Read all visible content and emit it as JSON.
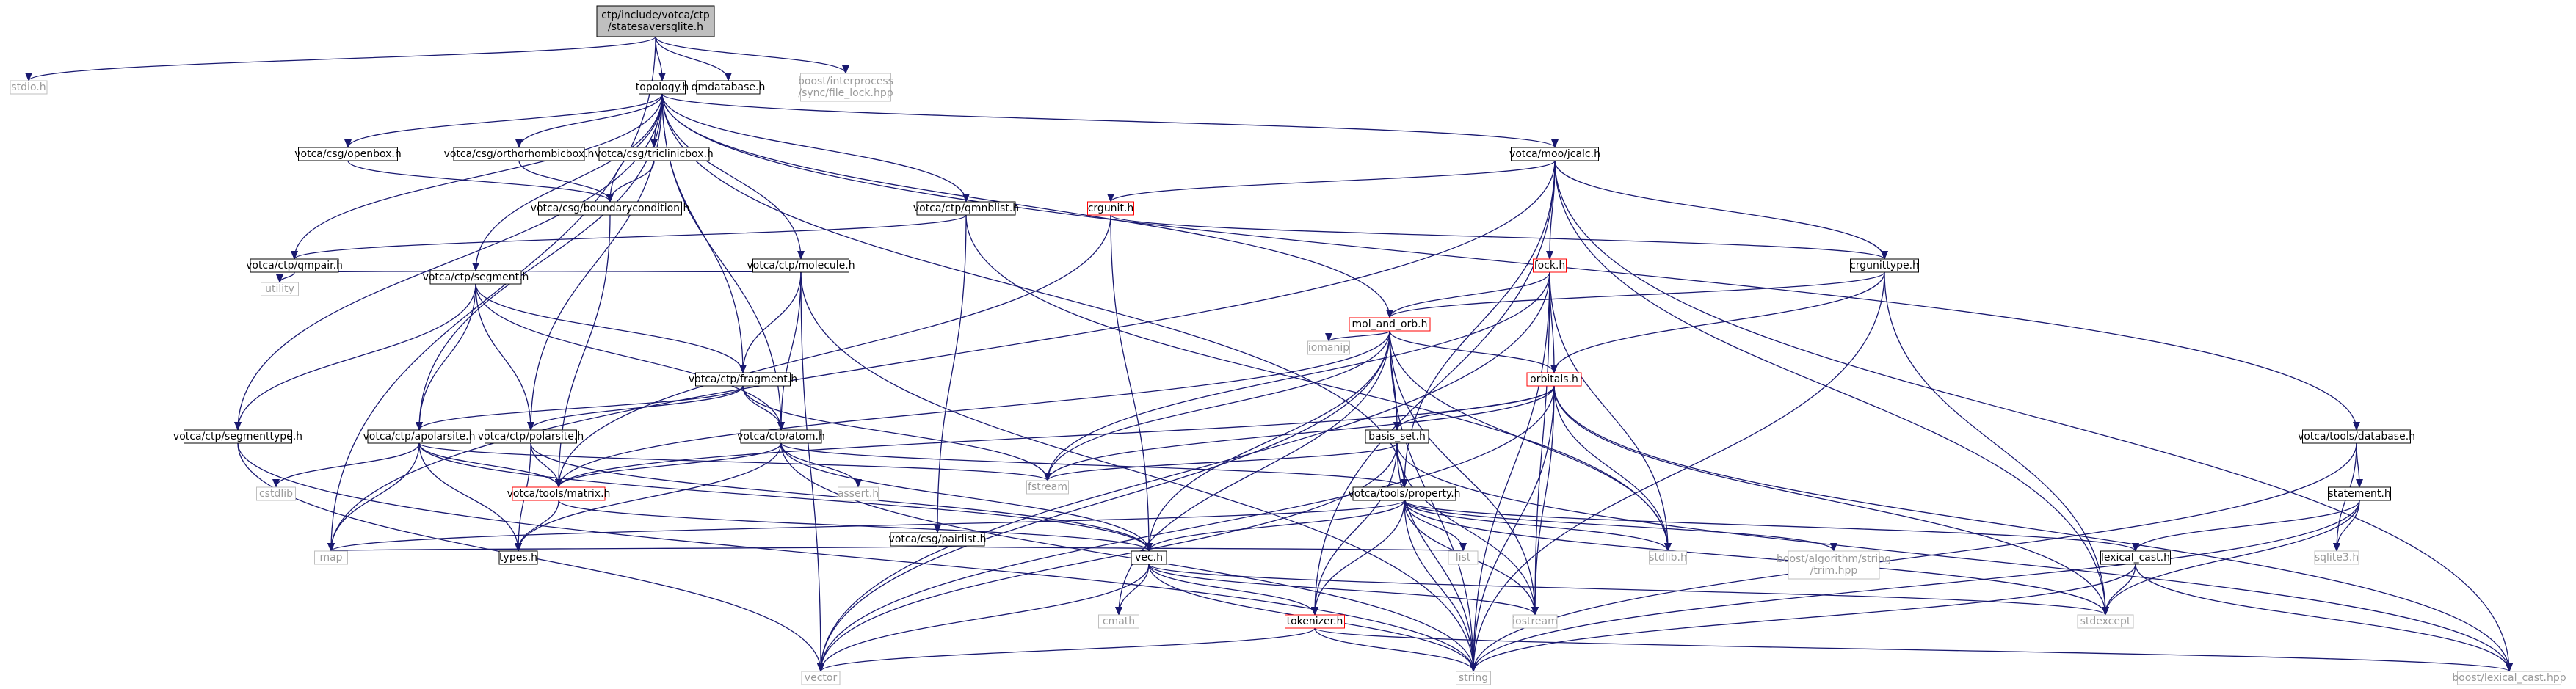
{
  "colors": {
    "edge": "#191970",
    "root_fill": "#bfbfbf",
    "node_border": "#000000",
    "missing_border": "#ff0000",
    "system_border": "#bfbfbf",
    "system_text": "#9a9a9a"
  },
  "nodes": [
    {
      "id": "root",
      "lines": [
        "ctp/include/votca/ctp",
        "/statesaversqlite.h"
      ],
      "kind": "root"
    },
    {
      "id": "stdio",
      "lines": [
        "stdio.h"
      ],
      "kind": "system"
    },
    {
      "id": "topology",
      "lines": [
        "topology.h"
      ],
      "kind": "normal"
    },
    {
      "id": "qmdatabase",
      "lines": [
        "qmdatabase.h"
      ],
      "kind": "normal"
    },
    {
      "id": "interprocess",
      "lines": [
        "boost/interprocess",
        "/sync/file_lock.hpp"
      ],
      "kind": "system"
    },
    {
      "id": "csg_openbox",
      "lines": [
        "votca/csg/openbox.h"
      ],
      "kind": "normal"
    },
    {
      "id": "csg_ortho",
      "lines": [
        "votca/csg/orthorhombicbox.h"
      ],
      "kind": "normal"
    },
    {
      "id": "csg_triclinic",
      "lines": [
        "votca/csg/triclinicbox.h"
      ],
      "kind": "normal"
    },
    {
      "id": "moo_jcalc",
      "lines": [
        "votca/moo/jcalc.h"
      ],
      "kind": "normal"
    },
    {
      "id": "csg_boundary",
      "lines": [
        "votca/csg/boundarycondition.h"
      ],
      "kind": "normal"
    },
    {
      "id": "ctp_qmnblist",
      "lines": [
        "votca/ctp/qmnblist.h"
      ],
      "kind": "normal"
    },
    {
      "id": "crgunit",
      "lines": [
        "crgunit.h"
      ],
      "kind": "missing"
    },
    {
      "id": "ctp_qmpair",
      "lines": [
        "votca/ctp/qmpair.h"
      ],
      "kind": "normal"
    },
    {
      "id": "crgunittype",
      "lines": [
        "crgunittype.h"
      ],
      "kind": "normal"
    },
    {
      "id": "ctp_molecule",
      "lines": [
        "votca/ctp/molecule.h"
      ],
      "kind": "normal"
    },
    {
      "id": "fock",
      "lines": [
        "fock.h"
      ],
      "kind": "missing"
    },
    {
      "id": "utility",
      "lines": [
        "utility"
      ],
      "kind": "system"
    },
    {
      "id": "ctp_segment",
      "lines": [
        "votca/ctp/segment.h"
      ],
      "kind": "normal"
    },
    {
      "id": "mol_and_orb",
      "lines": [
        "mol_and_orb.h"
      ],
      "kind": "missing"
    },
    {
      "id": "iomanip",
      "lines": [
        "iomanip"
      ],
      "kind": "system"
    },
    {
      "id": "ctp_fragment",
      "lines": [
        "votca/ctp/fragment.h"
      ],
      "kind": "normal"
    },
    {
      "id": "orbitals",
      "lines": [
        "orbitals.h"
      ],
      "kind": "missing"
    },
    {
      "id": "ctp_segmenttype",
      "lines": [
        "votca/ctp/segmenttype.h"
      ],
      "kind": "normal"
    },
    {
      "id": "ctp_apolarsite",
      "lines": [
        "votca/ctp/apolarsite.h"
      ],
      "kind": "normal"
    },
    {
      "id": "ctp_polarsite",
      "lines": [
        "votca/ctp/polarsite.h"
      ],
      "kind": "normal"
    },
    {
      "id": "ctp_atom",
      "lines": [
        "votca/ctp/atom.h"
      ],
      "kind": "normal"
    },
    {
      "id": "basis_set",
      "lines": [
        "basis_set.h"
      ],
      "kind": "normal"
    },
    {
      "id": "tools_database",
      "lines": [
        "votca/tools/database.h"
      ],
      "kind": "normal"
    },
    {
      "id": "cstdlib",
      "lines": [
        "cstdlib"
      ],
      "kind": "system"
    },
    {
      "id": "tools_matrix",
      "lines": [
        "votca/tools/matrix.h"
      ],
      "kind": "missing"
    },
    {
      "id": "fstream",
      "lines": [
        "fstream"
      ],
      "kind": "system"
    },
    {
      "id": "assert",
      "lines": [
        "assert.h"
      ],
      "kind": "system"
    },
    {
      "id": "tools_property",
      "lines": [
        "votca/tools/property.h"
      ],
      "kind": "normal"
    },
    {
      "id": "statement",
      "lines": [
        "statement.h"
      ],
      "kind": "normal"
    },
    {
      "id": "csg_pairlist",
      "lines": [
        "votca/csg/pairlist.h"
      ],
      "kind": "normal"
    },
    {
      "id": "map",
      "lines": [
        "map"
      ],
      "kind": "system"
    },
    {
      "id": "types",
      "lines": [
        "types.h"
      ],
      "kind": "normal"
    },
    {
      "id": "list",
      "lines": [
        "list"
      ],
      "kind": "system"
    },
    {
      "id": "stdlib",
      "lines": [
        "stdlib.h"
      ],
      "kind": "system"
    },
    {
      "id": "boost_trim",
      "lines": [
        "boost/algorithm/string",
        "/trim.hpp"
      ],
      "kind": "system"
    },
    {
      "id": "lexical_cast",
      "lines": [
        "lexical_cast.h"
      ],
      "kind": "normal"
    },
    {
      "id": "sqlite3",
      "lines": [
        "sqlite3.h"
      ],
      "kind": "system"
    },
    {
      "id": "vec",
      "lines": [
        "vec.h"
      ],
      "kind": "normal"
    },
    {
      "id": "cmath",
      "lines": [
        "cmath"
      ],
      "kind": "system"
    },
    {
      "id": "iostream",
      "lines": [
        "iostream"
      ],
      "kind": "system"
    },
    {
      "id": "stdexcept",
      "lines": [
        "stdexcept"
      ],
      "kind": "system"
    },
    {
      "id": "tokenizer",
      "lines": [
        "tokenizer.h"
      ],
      "kind": "missing"
    },
    {
      "id": "vector",
      "lines": [
        "vector"
      ],
      "kind": "system"
    },
    {
      "id": "string",
      "lines": [
        "string"
      ],
      "kind": "system"
    },
    {
      "id": "boost_lexical",
      "lines": [
        "boost/lexical_cast.hpp"
      ],
      "kind": "system"
    }
  ],
  "edges": [
    [
      "root",
      "stdio"
    ],
    [
      "root",
      "topology"
    ],
    [
      "root",
      "qmdatabase"
    ],
    [
      "root",
      "interprocess"
    ],
    [
      "root",
      "map"
    ],
    [
      "topology",
      "csg_openbox"
    ],
    [
      "topology",
      "csg_ortho"
    ],
    [
      "topology",
      "csg_triclinic"
    ],
    [
      "topology",
      "moo_jcalc"
    ],
    [
      "topology",
      "csg_boundary"
    ],
    [
      "topology",
      "ctp_qmnblist"
    ],
    [
      "topology",
      "ctp_qmpair"
    ],
    [
      "topology",
      "ctp_molecule"
    ],
    [
      "topology",
      "ctp_segment"
    ],
    [
      "topology",
      "mol_and_orb"
    ],
    [
      "topology",
      "ctp_fragment"
    ],
    [
      "topology",
      "ctp_segmenttype"
    ],
    [
      "topology",
      "ctp_apolarsite"
    ],
    [
      "topology",
      "ctp_polarsite"
    ],
    [
      "topology",
      "ctp_atom"
    ],
    [
      "topology",
      "tools_property"
    ],
    [
      "topology",
      "tools_database"
    ],
    [
      "csg_openbox",
      "csg_boundary"
    ],
    [
      "csg_ortho",
      "csg_boundary"
    ],
    [
      "csg_triclinic",
      "csg_boundary"
    ],
    [
      "csg_boundary",
      "tools_matrix"
    ],
    [
      "moo_jcalc",
      "crgunit"
    ],
    [
      "moo_jcalc",
      "crgunittype"
    ],
    [
      "moo_jcalc",
      "fock"
    ],
    [
      "moo_jcalc",
      "tools_property"
    ],
    [
      "moo_jcalc",
      "tokenizer"
    ],
    [
      "moo_jcalc",
      "stdexcept"
    ],
    [
      "moo_jcalc",
      "boost_lexical"
    ],
    [
      "moo_jcalc",
      "map"
    ],
    [
      "ctp_qmnblist",
      "ctp_qmpair"
    ],
    [
      "ctp_qmnblist",
      "csg_pairlist"
    ],
    [
      "ctp_qmnblist",
      "stdlib"
    ],
    [
      "crgunit",
      "crgunittype"
    ],
    [
      "crgunit",
      "vec"
    ],
    [
      "crgunit",
      "tools_matrix"
    ],
    [
      "ctp_qmpair",
      "utility"
    ],
    [
      "ctp_qmpair",
      "ctp_segment"
    ],
    [
      "crgunittype",
      "mol_and_orb"
    ],
    [
      "crgunittype",
      "orbitals"
    ],
    [
      "crgunittype",
      "stdexcept"
    ],
    [
      "crgunittype",
      "string"
    ],
    [
      "ctp_molecule",
      "ctp_segment"
    ],
    [
      "ctp_molecule",
      "ctp_fragment"
    ],
    [
      "ctp_molecule",
      "ctp_atom"
    ],
    [
      "ctp_molecule",
      "vector"
    ],
    [
      "ctp_molecule",
      "string"
    ],
    [
      "fock",
      "mol_and_orb"
    ],
    [
      "fock",
      "orbitals"
    ],
    [
      "fock",
      "stdlib"
    ],
    [
      "fock",
      "iostream"
    ],
    [
      "fock",
      "fstream"
    ],
    [
      "fock",
      "vector"
    ],
    [
      "fock",
      "string"
    ],
    [
      "ctp_segment",
      "ctp_fragment"
    ],
    [
      "ctp_segment",
      "ctp_atom"
    ],
    [
      "ctp_segment",
      "ctp_segmenttype"
    ],
    [
      "ctp_segment",
      "ctp_apolarsite"
    ],
    [
      "ctp_segment",
      "ctp_polarsite"
    ],
    [
      "mol_and_orb",
      "iomanip"
    ],
    [
      "mol_and_orb",
      "orbitals"
    ],
    [
      "mol_and_orb",
      "basis_set"
    ],
    [
      "mol_and_orb",
      "fstream"
    ],
    [
      "mol_and_orb",
      "stdlib"
    ],
    [
      "mol_and_orb",
      "iostream"
    ],
    [
      "mol_and_orb",
      "vec"
    ],
    [
      "mol_and_orb",
      "cmath"
    ],
    [
      "mol_and_orb",
      "vector"
    ],
    [
      "mol_and_orb",
      "string"
    ],
    [
      "mol_and_orb",
      "tools_matrix"
    ],
    [
      "ctp_fragment",
      "ctp_atom"
    ],
    [
      "ctp_fragment",
      "ctp_apolarsite"
    ],
    [
      "ctp_fragment",
      "ctp_polarsite"
    ],
    [
      "ctp_fragment",
      "fstream"
    ],
    [
      "orbitals",
      "basis_set"
    ],
    [
      "orbitals",
      "tools_matrix"
    ],
    [
      "orbitals",
      "stdlib"
    ],
    [
      "orbitals",
      "iostream"
    ],
    [
      "orbitals",
      "string"
    ],
    [
      "orbitals",
      "vector"
    ],
    [
      "orbitals",
      "boost_lexical"
    ],
    [
      "orbitals",
      "stdexcept"
    ],
    [
      "orbitals",
      "fstream"
    ],
    [
      "ctp_segmenttype",
      "vector"
    ],
    [
      "ctp_segmenttype",
      "string"
    ],
    [
      "ctp_apolarsite",
      "cstdlib"
    ],
    [
      "ctp_apolarsite",
      "map"
    ],
    [
      "ctp_apolarsite",
      "types"
    ],
    [
      "ctp_apolarsite",
      "vec"
    ],
    [
      "ctp_apolarsite",
      "tools_matrix"
    ],
    [
      "ctp_apolarsite",
      "fstream"
    ],
    [
      "ctp_polarsite",
      "tools_matrix"
    ],
    [
      "ctp_polarsite",
      "vec"
    ],
    [
      "ctp_polarsite",
      "types"
    ],
    [
      "ctp_atom",
      "assert"
    ],
    [
      "ctp_atom",
      "tools_matrix"
    ],
    [
      "ctp_atom",
      "vec"
    ],
    [
      "ctp_atom",
      "types"
    ],
    [
      "ctp_atom",
      "string"
    ],
    [
      "ctp_atom",
      "tools_property"
    ],
    [
      "basis_set",
      "tools_property"
    ],
    [
      "basis_set",
      "tokenizer"
    ],
    [
      "basis_set",
      "fstream"
    ],
    [
      "basis_set",
      "vector"
    ],
    [
      "basis_set",
      "string"
    ],
    [
      "basis_set",
      "boost_lexical"
    ],
    [
      "basis_set",
      "iostream"
    ],
    [
      "tools_database",
      "statement"
    ],
    [
      "tools_database",
      "sqlite3"
    ],
    [
      "tools_database",
      "string"
    ],
    [
      "tools_matrix",
      "types"
    ],
    [
      "tools_matrix",
      "vec"
    ],
    [
      "tools_property",
      "map"
    ],
    [
      "tools_property",
      "list"
    ],
    [
      "tools_property",
      "stdlib"
    ],
    [
      "tools_property",
      "boost_trim"
    ],
    [
      "tools_property",
      "lexical_cast"
    ],
    [
      "tools_property",
      "vec"
    ],
    [
      "tools_property",
      "tokenizer"
    ],
    [
      "tools_property",
      "iostream"
    ],
    [
      "tools_property",
      "stdexcept"
    ],
    [
      "tools_property",
      "string"
    ],
    [
      "statement",
      "lexical_cast"
    ],
    [
      "statement",
      "sqlite3"
    ],
    [
      "statement",
      "string"
    ],
    [
      "statement",
      "stdexcept"
    ],
    [
      "csg_pairlist",
      "map"
    ],
    [
      "csg_pairlist",
      "list"
    ],
    [
      "lexical_cast",
      "boost_lexical"
    ],
    [
      "lexical_cast",
      "stdexcept"
    ],
    [
      "lexical_cast",
      "string"
    ],
    [
      "vec",
      "iostream"
    ],
    [
      "vec",
      "cmath"
    ],
    [
      "vec",
      "tokenizer"
    ],
    [
      "vec",
      "string"
    ],
    [
      "vec",
      "stdexcept"
    ],
    [
      "vec",
      "vector"
    ],
    [
      "tokenizer",
      "vector"
    ],
    [
      "tokenizer",
      "string"
    ],
    [
      "tokenizer",
      "boost_lexical"
    ]
  ]
}
